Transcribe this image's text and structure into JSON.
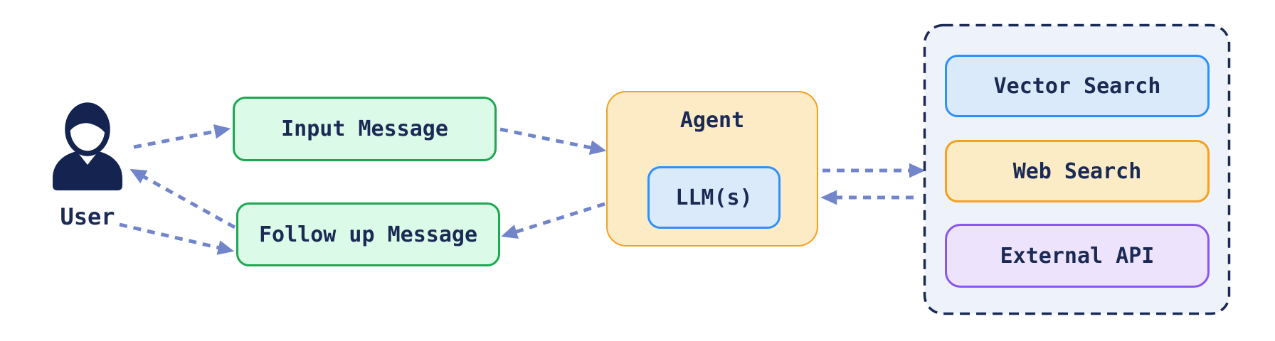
{
  "diagram": {
    "user": {
      "label": "User"
    },
    "input_message": {
      "label": "Input Message"
    },
    "follow_up_message": {
      "label": "Follow up Message"
    },
    "agent": {
      "label": "Agent"
    },
    "llm": {
      "label": "LLM(s)"
    },
    "tools": [
      {
        "label": "Vector Search",
        "variant": "blue"
      },
      {
        "label": "Web Search",
        "variant": "yellow"
      },
      {
        "label": "External API",
        "variant": "purple"
      }
    ],
    "edges": [
      {
        "from": "user",
        "to": "input-message",
        "style": "dashed-arrow"
      },
      {
        "from": "input-message",
        "to": "agent",
        "style": "dashed-arrow"
      },
      {
        "from": "agent",
        "to": "follow-up-message",
        "style": "dashed-arrow"
      },
      {
        "from": "follow-up-message",
        "to": "user",
        "style": "dashed-arrow"
      },
      {
        "from": "user",
        "to": "follow-up-message",
        "style": "dashed-arrow"
      },
      {
        "from": "agent",
        "to": "tools",
        "style": "dashed-arrow"
      },
      {
        "from": "tools",
        "to": "agent",
        "style": "dashed-arrow"
      }
    ],
    "colors": {
      "navy_text": "#1B2A55",
      "icon_navy": "#14234F",
      "arrow": "#7285CB",
      "green_border": "#1CA851",
      "green_fill": "#DBFAE7",
      "orange_border": "#F6A01F",
      "orange_fill_light": "#FCECC6",
      "agent_fill": "#FCEBC4",
      "blue_border": "#2E90FA",
      "blue_fill": "#DBEAFB",
      "purple_border": "#8957F0",
      "purple_fill": "#EEE3FC",
      "tools_background": "#EDF2FB",
      "tools_dashed_border": "#1B2A55"
    }
  }
}
